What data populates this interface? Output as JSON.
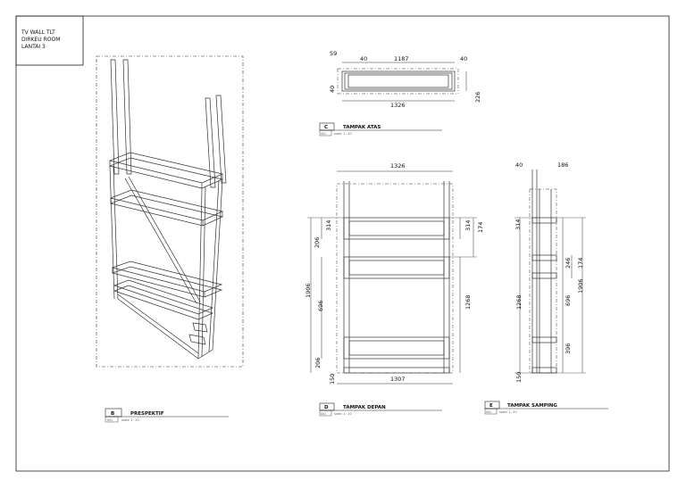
{
  "title_block": [
    "TV WALL TLT",
    "DIRKEU ROOM",
    "LANTAI 3"
  ],
  "views": {
    "perspective": {
      "letter": "B",
      "name": "PRESPEKTIF",
      "code": "001",
      "scale": "scale: 1 : 20"
    },
    "top": {
      "letter": "C",
      "name": "TAMPAK ATAS",
      "code": "001",
      "scale": "scale: 1 : 20"
    },
    "front": {
      "letter": "D",
      "name": "TAMPAK DEPAN",
      "code": "001",
      "scale": "scale: 1 : 20"
    },
    "side": {
      "letter": "E",
      "name": "TAMPAK SAMPING",
      "code": "001",
      "scale": "scale: 1 : 20"
    }
  },
  "dims": {
    "top": [
      "59",
      "40",
      "1187",
      "40",
      "40",
      "1326",
      "226"
    ],
    "front": [
      "1326",
      "314",
      "206",
      "1906",
      "696",
      "206",
      "150",
      "314",
      "174",
      "1268",
      "1307"
    ],
    "side": [
      "40",
      "186",
      "314",
      "246",
      "174",
      "1268",
      "696",
      "1906",
      "396",
      "150"
    ]
  }
}
